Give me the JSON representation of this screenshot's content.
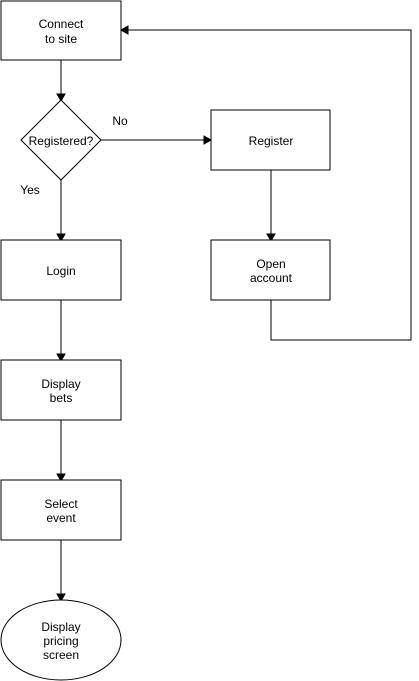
{
  "diagram": {
    "nodes": {
      "connect": {
        "line1": "Connect",
        "line2": "to site"
      },
      "registered": {
        "label": "Registered?"
      },
      "register": {
        "label": "Register"
      },
      "open_account": {
        "line1": "Open",
        "line2": "account"
      },
      "login": {
        "label": "Login"
      },
      "display_bets": {
        "line1": "Display",
        "line2": "bets"
      },
      "select_event": {
        "line1": "Select",
        "line2": "event"
      },
      "display_pricing": {
        "line1": "Display",
        "line2": "pricing",
        "line3": "screen"
      }
    },
    "edge_labels": {
      "no": "No",
      "yes": "Yes"
    }
  }
}
